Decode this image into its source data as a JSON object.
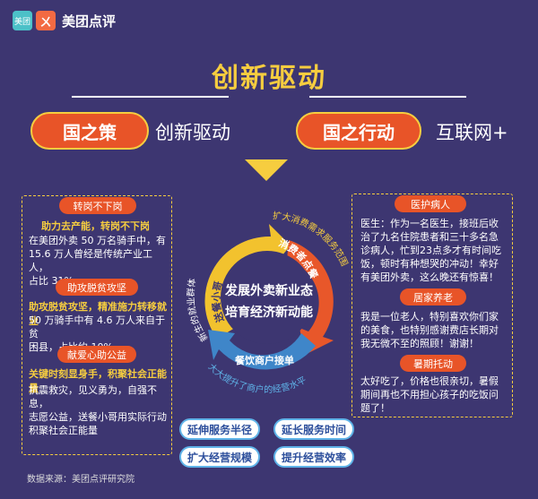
{
  "header": {
    "logo_icon_text": "美团",
    "logo_mark": "ㄨ",
    "brand": "美团点评"
  },
  "title": "创新驱动",
  "banners": {
    "left_pill": "国之策",
    "left_text": "创新驱动",
    "right_pill": "国之行动",
    "right_text": "互联网+"
  },
  "left_panel": {
    "sections": [
      {
        "tag": "转岗不下岗",
        "title": "助力去产能，转岗不下岗",
        "body": [
          "在美团外卖 50 万名骑手中，有",
          "15.6 万人曾经是传统产业工人，",
          "占比 31%。"
        ]
      },
      {
        "tag": "助攻脱贫攻坚",
        "title": "助攻脱贫攻坚，精准施力转移就业",
        "body": [
          "50 万骑手中有 4.6 万人来自于贫",
          "困县，占比约 10%。"
        ]
      },
      {
        "tag": "献爱心助公益",
        "title": "关键时刻显身手，积聚社会正能量",
        "body": [
          "抗震救灾，见义勇为，自强不息，",
          "志愿公益，送餐小哥用实际行动",
          "积聚社会正能量"
        ]
      }
    ]
  },
  "right_panel": {
    "sections": [
      {
        "tag": "医护病人",
        "body": [
          "医生：作为一名医生，接班后收",
          "治了九名住院患者和三十多名急",
          "诊病人，忙到23点多才有时间吃",
          "饭，顿时有种想哭的冲动！幸好",
          "有美团外卖，这么晚还有惊喜！"
        ]
      },
      {
        "tag": "居家养老",
        "body": [
          "我是一位老人，特别喜欢你们家",
          "的美食，也特别感谢费店长期对",
          "我无微不至的照顾！谢谢！"
        ]
      },
      {
        "tag": "暑期托动",
        "body": [
          "太好吃了，价格也很亲切，暑假",
          "期间再也不用担心孩子的吃饭问",
          "题了！"
        ]
      }
    ]
  },
  "cycle": {
    "center_line1": "发展外卖新业态",
    "center_line2": "培育经济新动能",
    "arrow_left_label": "送餐小哥",
    "arrow_right_label": "消费者点餐",
    "arrow_bottom_label": "餐饮商户接单",
    "outer_left": "新生的就业群体",
    "outer_right": "扩大消费需求服务范围",
    "outer_bottom": "大大提升了商户的经营水平"
  },
  "buttons": [
    "延伸服务半径",
    "延长服务时间",
    "扩大经营规模",
    "提升经营效率"
  ],
  "source": "数据来源：美团点评研究院",
  "colors": {
    "background": "#3d3671",
    "accent_yellow": "#f6cd3f",
    "accent_orange": "#e85428",
    "arrow_yellow": "#f2c22e",
    "arrow_orange": "#e8572a",
    "arrow_blue": "#3f86c9",
    "button_text": "#2d4f9c"
  }
}
